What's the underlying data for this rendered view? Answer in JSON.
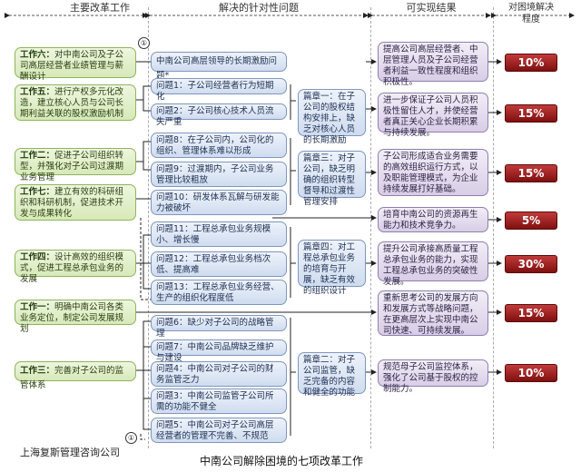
{
  "headers": {
    "col1": "主要改革工作",
    "col2": "解决的针对性问题",
    "col3": "可实现结果",
    "col4": "对困境解决程度"
  },
  "work_items": [
    {
      "id": "w6",
      "label": "工作六：",
      "text": "对中南公司及子公司高层经营者业绩管理与薪酬设计"
    },
    {
      "id": "w5",
      "label": "工作五：",
      "text": "进行产权多元化改造，建立核心人员与公司长期利益关联的股权激励机制"
    },
    {
      "id": "w2",
      "label": "工作二：",
      "text": "促进子公司组织转型，并强化对子公司过渡期业务管理"
    },
    {
      "id": "w7",
      "label": "工作七：",
      "text": "建立有效的科研组织和科研机制，促进技术开发与成果转化"
    },
    {
      "id": "w4",
      "label": "工作四：",
      "text": "设计高效的组织模式，促进工程总承包业务的发展"
    },
    {
      "id": "w1",
      "label": "工作一：",
      "text": "明确中南公司各类业务定位，制定公司发展规划"
    },
    {
      "id": "w3",
      "label": "工作三：",
      "text": "完善对子公司的监管体系"
    }
  ],
  "problems": [
    {
      "id": "top",
      "text": "中南公司高层领导的长期激励问题*"
    },
    {
      "id": "p1",
      "text": "问题1：子公司经营者行为短期化"
    },
    {
      "id": "p2",
      "text": "问题2：子公司核心技术人员流失严重"
    },
    {
      "id": "p8",
      "text": "问题8：在子公司内，公司化的组织、管理体系难以形成"
    },
    {
      "id": "p9",
      "text": "问题9：过渡期内，子公司业务管理比较粗放"
    },
    {
      "id": "p10",
      "text": "问题10：研发体系瓦解与研发能力被破坏"
    },
    {
      "id": "p11",
      "text": "问题11：工程总承包业务规模小、增长慢"
    },
    {
      "id": "p12",
      "text": "问题12：工程总承包业务档次低、提高难"
    },
    {
      "id": "p13",
      "text": "问题13：工程总承包业务经营、生产的组织化程度低"
    },
    {
      "id": "p6",
      "text": "问题6：缺少对子公司的战略管理"
    },
    {
      "id": "p7",
      "text": "问题7：中南公司品牌缺乏维护与建设"
    },
    {
      "id": "p4",
      "text": "问题4：中南公司对子公司的财务监管乏力"
    },
    {
      "id": "p3",
      "text": "问题3：中南公司监管子公司所需的功能不健全"
    },
    {
      "id": "p5",
      "text": "问题5：中南公司对子公司高层经营者的管理不完善、不规范"
    }
  ],
  "chapters": [
    {
      "id": "c1",
      "text": "篇章一：在子公司的股权结构安排上，缺乏对核心人员的长期激励"
    },
    {
      "id": "c3",
      "text": "篇章三：对子公司，缺乏明确的组织转型督导和过渡性管理安排"
    },
    {
      "id": "c4",
      "text": "篇章四：对工程总承包业务的培育与开展，缺乏有效的组织设计"
    },
    {
      "id": "c2",
      "text": "篇章二：对子公司监管，缺乏完备的内容和健全的功能"
    }
  ],
  "results": [
    {
      "id": "r1",
      "text": "提高公司高层经营者、中层管理人员及子公司经营者利益一致性程度和组织积极性。",
      "degree": "10%"
    },
    {
      "id": "r2",
      "text": "进一步保证子公司人员积极性留住人才，并使经营者真正关心企业长期积累与持续发展。",
      "degree": "15%"
    },
    {
      "id": "r3",
      "text": "子公司形成适合业务需要的高效组织运行方式，以及职能管理模式，为企业持续发展打好基础。",
      "degree": "15%"
    },
    {
      "id": "r4",
      "text": "培育中南公司的资源再生能力和技术竞争力。",
      "degree": "5%"
    },
    {
      "id": "r5",
      "text": "提升公司承接高质量工程总承包业务的能力，实现工程总承包业务的突破性发展。",
      "degree": "30%"
    },
    {
      "id": "r6",
      "text": "重新思考公司的发展方向和发展方式等战略问题，在更高层次上实现中南公司快速、可持续发展。",
      "degree": "15%"
    },
    {
      "id": "r7",
      "text": "规范母子公司监控体系，强化了公司基于股权的控制能力。",
      "degree": "10%"
    }
  ],
  "markers": {
    "circle1": "①",
    "circle2": "①"
  },
  "footer": {
    "company": "上海复斯管理咨询公司",
    "caption": "中南公司解除困境的七项改革工作"
  },
  "colors": {
    "work": "#d7e9b9",
    "problem": "#cfdcef",
    "result": "#d8cde6",
    "degree": "#9c1c1c"
  }
}
